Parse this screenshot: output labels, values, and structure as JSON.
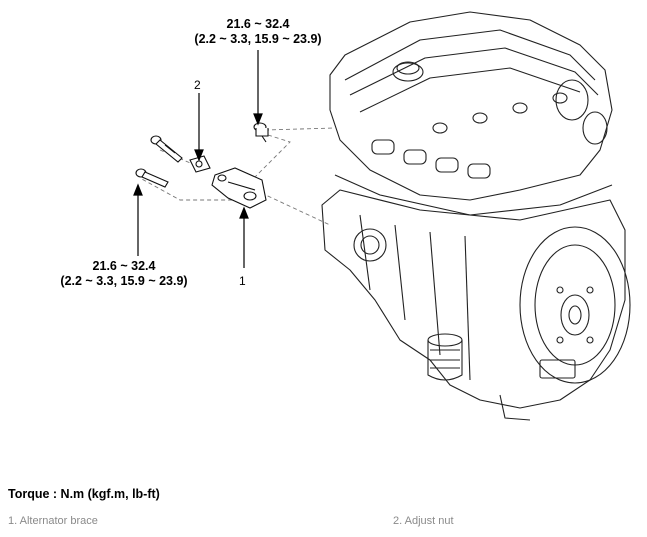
{
  "torque_top": {
    "line1": "21.6 ~ 32.4",
    "line2": "(2.2 ~ 3.3, 15.9 ~ 23.9)"
  },
  "torque_left": {
    "line1": "21.6 ~ 32.4",
    "line2": "(2.2 ~ 3.3, 15.9 ~ 23.9)"
  },
  "callouts": {
    "one": "1",
    "two": "2"
  },
  "torque_unit": "Torque : N.m (kgf.m, lb-ft)",
  "legend": {
    "item1": "1. Alternator brace",
    "item2": "2. Adjust nut"
  }
}
